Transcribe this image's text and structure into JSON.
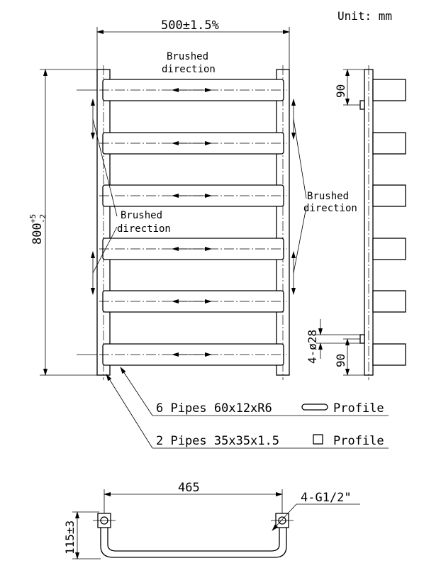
{
  "unit_label": "Unit: mm",
  "front": {
    "width_dim": "500±1.5%",
    "height_dim": "800",
    "height_tol_plus": "+5",
    "height_tol_minus": "-2",
    "brushed_top": [
      "Brushed",
      "direction"
    ],
    "brushed_left": [
      "Brushed",
      "direction"
    ]
  },
  "side": {
    "brushed_right": [
      "Brushed",
      "direction"
    ],
    "dim_top": "90",
    "dim_bottom": "90",
    "holes": "4-ø28"
  },
  "callouts": {
    "pipes_flat": "6 Pipes 60x12xR6",
    "pipes_flat_profile": "Profile",
    "pipes_square": "2 Pipes 35x35x1.5",
    "pipes_square_profile": "Profile"
  },
  "bottom": {
    "width_dim": "465",
    "depth_dim": "115±3",
    "connection": "4-G1/2\""
  }
}
